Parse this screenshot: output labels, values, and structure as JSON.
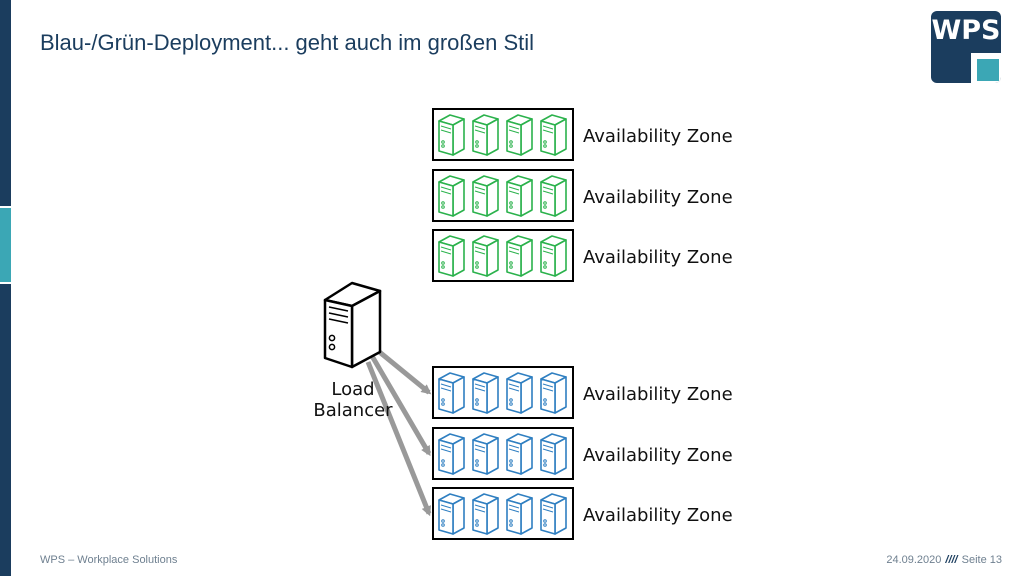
{
  "slide": {
    "title": "Blau-/Grün-Deployment... geht auch im großen Stil",
    "logo_text": "WPS",
    "footer_left": "WPS – Workplace Solutions",
    "footer_date": "24.09.2020",
    "footer_separator": "////",
    "footer_page": "Seite 13"
  },
  "diagram": {
    "load_balancer": {
      "icon": "server-icon",
      "label_line1": "Load",
      "label_line2": "Balancer"
    },
    "green_zones": [
      {
        "label": "Availability Zone",
        "servers": 4
      },
      {
        "label": "Availability Zone",
        "servers": 4
      },
      {
        "label": "Availability Zone",
        "servers": 4
      }
    ],
    "blue_zones": [
      {
        "label": "Availability Zone",
        "servers": 4
      },
      {
        "label": "Availability Zone",
        "servers": 4
      },
      {
        "label": "Availability Zone",
        "servers": 4
      }
    ],
    "colors": {
      "green_server": "#2bb24c",
      "blue_server": "#2f7fc1",
      "arrow": "#999999",
      "brand_dark": "#1b3d5e",
      "brand_accent": "#3ba7b5"
    }
  }
}
